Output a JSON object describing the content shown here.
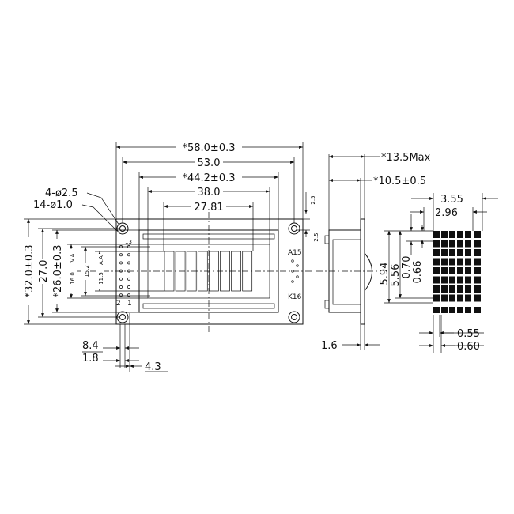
{
  "front_view": {
    "width_outline": "*58.0±0.3",
    "hole_pitch_x": "53.0",
    "bezel_width": "*44.2±0.3",
    "view_area_width": "38.0",
    "active_area_width": "27.81",
    "mount_holes": "4-ø2.5",
    "pin_holes": "14-ø1.0",
    "height_outline": "*32.0±0.3",
    "hole_pitch_y": "27.0",
    "bezel_height": "*26.0±0.3",
    "view_area_height": "16.0",
    "view_area_label": "V.A",
    "inner_height": "15.2",
    "active_area_height": "11.5",
    "active_area_label": "A.A",
    "top_margin": "2.5",
    "right_margin": "2.5",
    "bottom_offset": "8.4",
    "pin_offset": "1.8",
    "pin_row_offset": "4.3",
    "pin_13": "13",
    "pin_2": "2",
    "pin_1": "1",
    "anode_label": "A15",
    "cathode_label": "K16"
  },
  "side_view": {
    "total_thickness": "*13.5Max",
    "module_thickness": "*10.5±0.5",
    "pcb_thickness": "1.6"
  },
  "char_detail": {
    "char_width": "3.55",
    "dot_area_width": "2.96",
    "char_height": "5.94",
    "dot_area_height": "5.56",
    "dot_pitch_y": "0.70",
    "dot_height": "0.66",
    "dot_width": "0.55",
    "dot_pitch_x": "0.60"
  }
}
